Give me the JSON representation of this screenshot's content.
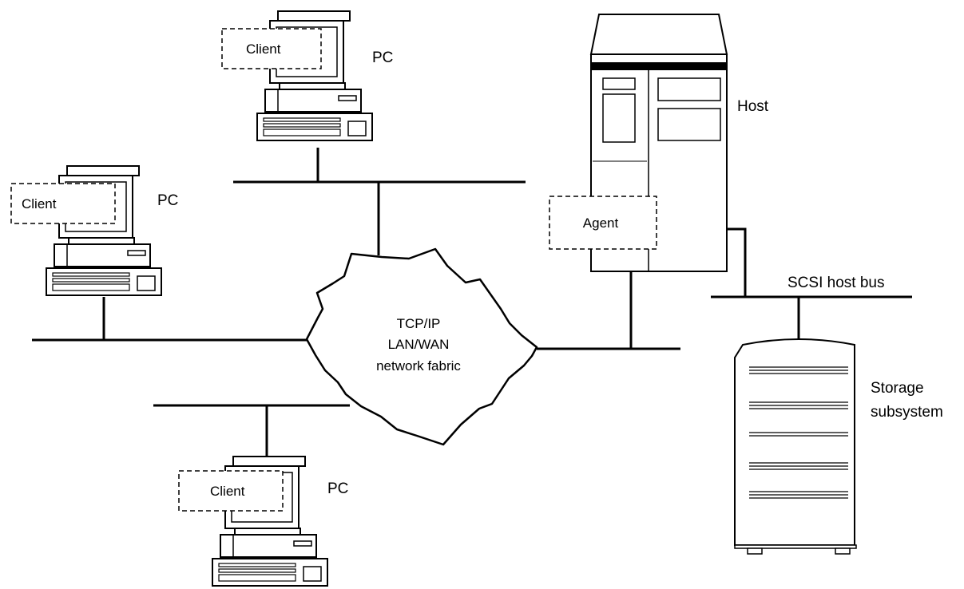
{
  "colors": {
    "line": "#000000",
    "background": "#ffffff"
  },
  "pcs": [
    {
      "label": "PC",
      "client_label": "Client"
    },
    {
      "label": "PC",
      "client_label": "Client"
    },
    {
      "label": "PC",
      "client_label": "Client"
    }
  ],
  "host": {
    "label": "Host",
    "agent_label": "Agent"
  },
  "network": {
    "lines": [
      "TCP/IP",
      "LAN/WAN",
      "network fabric"
    ]
  },
  "scsi_bus": {
    "label": "SCSI host bus"
  },
  "storage": {
    "label_lines": [
      "Storage",
      "subsystem"
    ]
  }
}
